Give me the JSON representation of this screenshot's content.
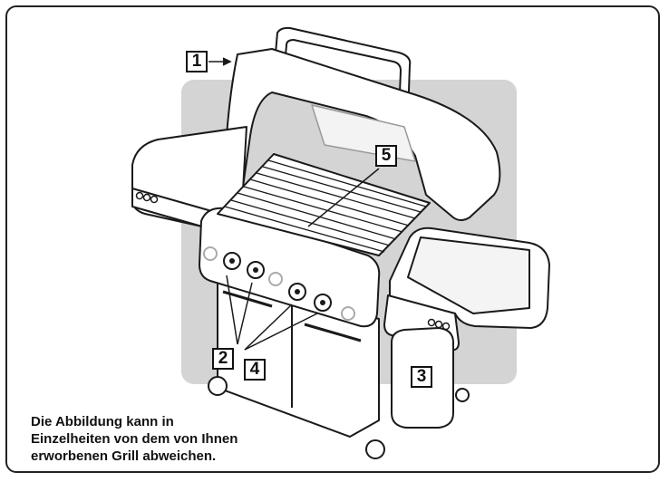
{
  "callouts": {
    "lid": "1",
    "burner_knobs": "2",
    "tank": "3",
    "side_knobs": "4",
    "grate": "5"
  },
  "caption": {
    "line1": "Die Abbildung kann in",
    "line2": "Einzelheiten von dem von Ihnen",
    "line3": "erworbenen Grill abweichen."
  },
  "colors": {
    "background_panel": "#d4d4d4",
    "outline": "#1a1a1a",
    "grill_body": "#ffffff"
  }
}
